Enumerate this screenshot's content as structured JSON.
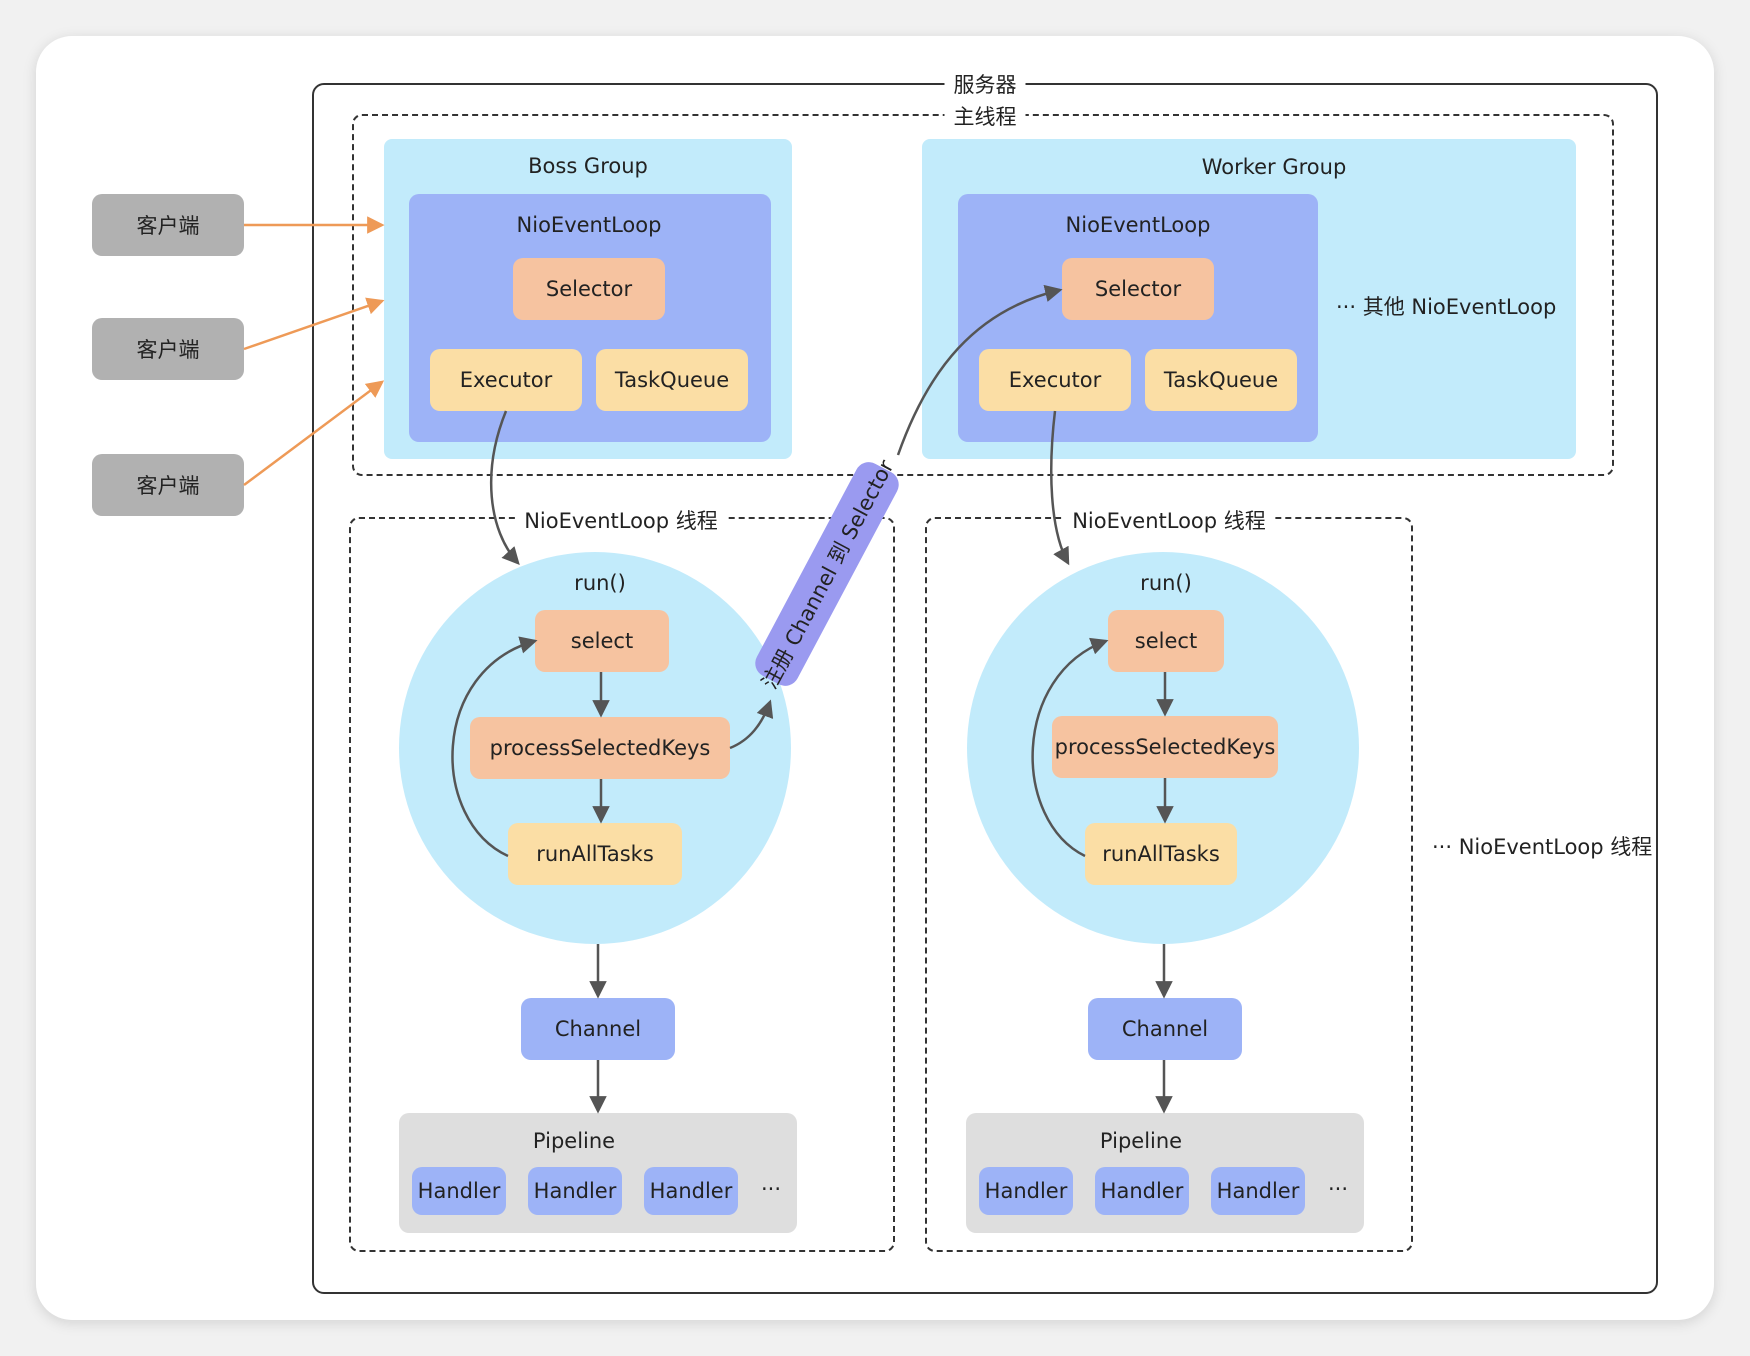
{
  "server": {
    "title": "服务器"
  },
  "main_thread": {
    "title": "主线程"
  },
  "clients": [
    "客户端",
    "客户端",
    "客户端"
  ],
  "boss_group": {
    "title": "Boss Group",
    "event_loop": "NioEventLoop",
    "selector": "Selector",
    "executor": "Executor",
    "task_queue": "TaskQueue"
  },
  "worker_group": {
    "title": "Worker Group",
    "event_loop": "NioEventLoop",
    "selector": "Selector",
    "executor": "Executor",
    "task_queue": "TaskQueue",
    "others": "··· 其他 NioEventLoop"
  },
  "boss_thread": {
    "title": "NioEventLoop 线程",
    "run": "run()",
    "select": "select",
    "process_keys": "processSelectedKeys",
    "run_all_tasks": "runAllTasks",
    "channel": "Channel",
    "pipeline": "Pipeline",
    "handlers": [
      "Handler",
      "Handler",
      "Handler"
    ],
    "ellipsis": "···"
  },
  "worker_thread": {
    "title": "NioEventLoop 线程",
    "run": "run()",
    "select": "select",
    "process_keys": "processSelectedKeys",
    "run_all_tasks": "runAllTasks",
    "channel": "Channel",
    "pipeline": "Pipeline",
    "handlers": [
      "Handler",
      "Handler",
      "Handler"
    ],
    "ellipsis": "···"
  },
  "register_label": "注册 Channel 到 Selector",
  "other_threads": "··· NioEventLoop 线程",
  "colors": {
    "client": "#b1b1b1",
    "client_arrow": "#ee9a57",
    "group_bg": "#c2ebfb",
    "event_loop_bg": "#9db3f7",
    "selector_bg": "#f6c3a0",
    "executor_bg": "#fbdea5",
    "register_bg": "#9a9af0",
    "pipeline_bg": "#dedede",
    "arrow": "#555555"
  }
}
